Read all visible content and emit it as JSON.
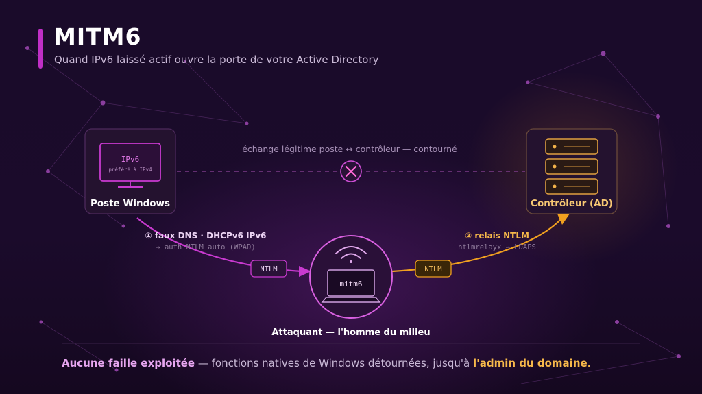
{
  "header": {
    "title": "MITM6",
    "subtitle": "Quand IPv6 laissé actif ouvre la porte de votre Active Directory"
  },
  "nodes": {
    "poste": {
      "label": "Poste Windows",
      "screen_line1": "IPv6",
      "screen_line2": "préféré à IPv4"
    },
    "controleur": {
      "label": "Contrôleur (AD)"
    },
    "attaquant": {
      "label": "Attaquant — l'homme du milieu",
      "screen_text": "mitm6"
    }
  },
  "links": {
    "legit": {
      "label": "échange légitime poste ↔ contrôleur — contourné"
    },
    "step1": {
      "label": "① faux DNS · DHCPv6 IPv6",
      "sublabel": "→ auth NTLM auto (WPAD)",
      "badge": "NTLM"
    },
    "step2": {
      "label": "② relais NTLM",
      "sublabel": "ntlmrelayx → LDAPS",
      "badge": "NTLM"
    }
  },
  "footer": {
    "highlight1": "Aucune faille exploitée",
    "middle": " — fonctions natives de Windows détournées, jusqu'à ",
    "highlight2": "l'admin du domaine."
  },
  "colors": {
    "accent_purple": "#c02fc6",
    "accent_orange": "#f0a020",
    "background": "#1a0b2a"
  }
}
